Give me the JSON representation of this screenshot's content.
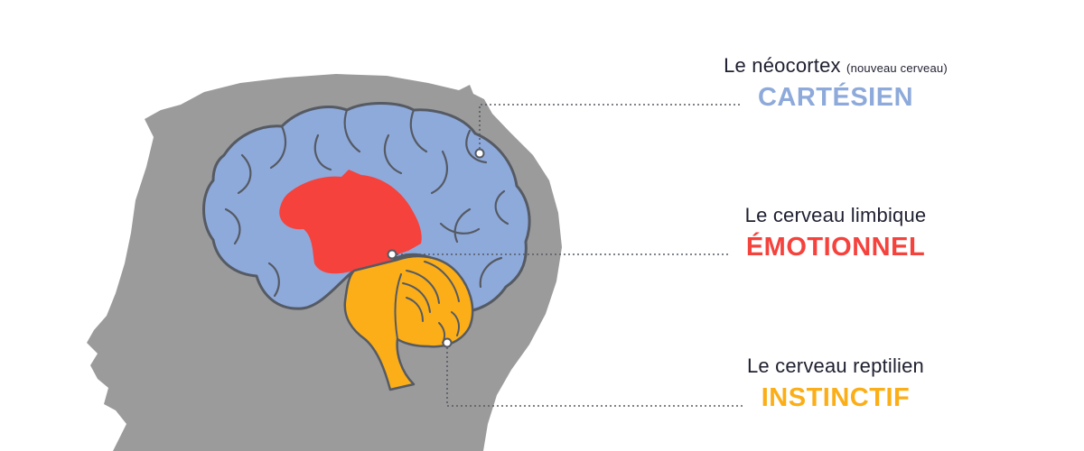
{
  "colors": {
    "head": "#9b9b9b",
    "neocortex": "#8eaadb",
    "limbic": "#f5423d",
    "reptilian": "#fbae17",
    "outline": "#555a63",
    "leader": "#555a63"
  },
  "labels": {
    "neocortex": {
      "title": "Le néocortex",
      "note": "(nouveau cerveau)",
      "keyword": "CARTÉSIEN"
    },
    "limbic": {
      "title": "Le cerveau limbique",
      "keyword": "ÉMOTIONNEL"
    },
    "reptilian": {
      "title": "Le cerveau reptilien",
      "keyword": "INSTINCTIF"
    }
  }
}
